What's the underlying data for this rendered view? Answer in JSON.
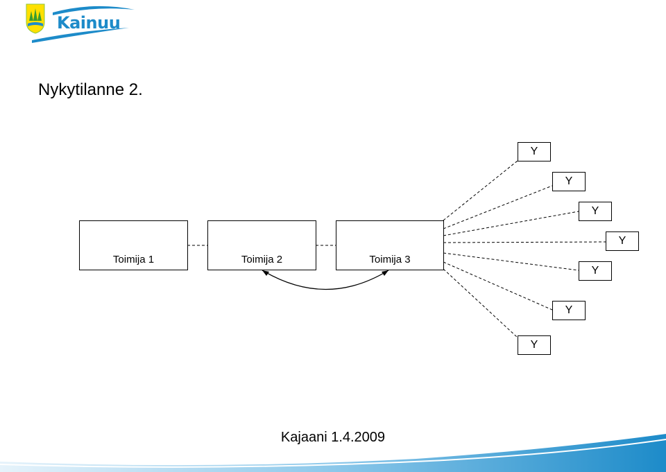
{
  "brand": {
    "name": "Kainuu",
    "color_blue": "#1d8bc9",
    "color_green": "#8cc63f",
    "color_yellow": "#ffe000"
  },
  "title": "Nykytilanne 2.",
  "actors": [
    {
      "label": "Toimija 1"
    },
    {
      "label": "Toimija 2"
    },
    {
      "label": "Toimija 3"
    }
  ],
  "customers": [
    "Y",
    "Y",
    "Y",
    "Y",
    "Y",
    "Y",
    "Y"
  ],
  "footer": {
    "text": "Kajaani 1.4.2009"
  }
}
